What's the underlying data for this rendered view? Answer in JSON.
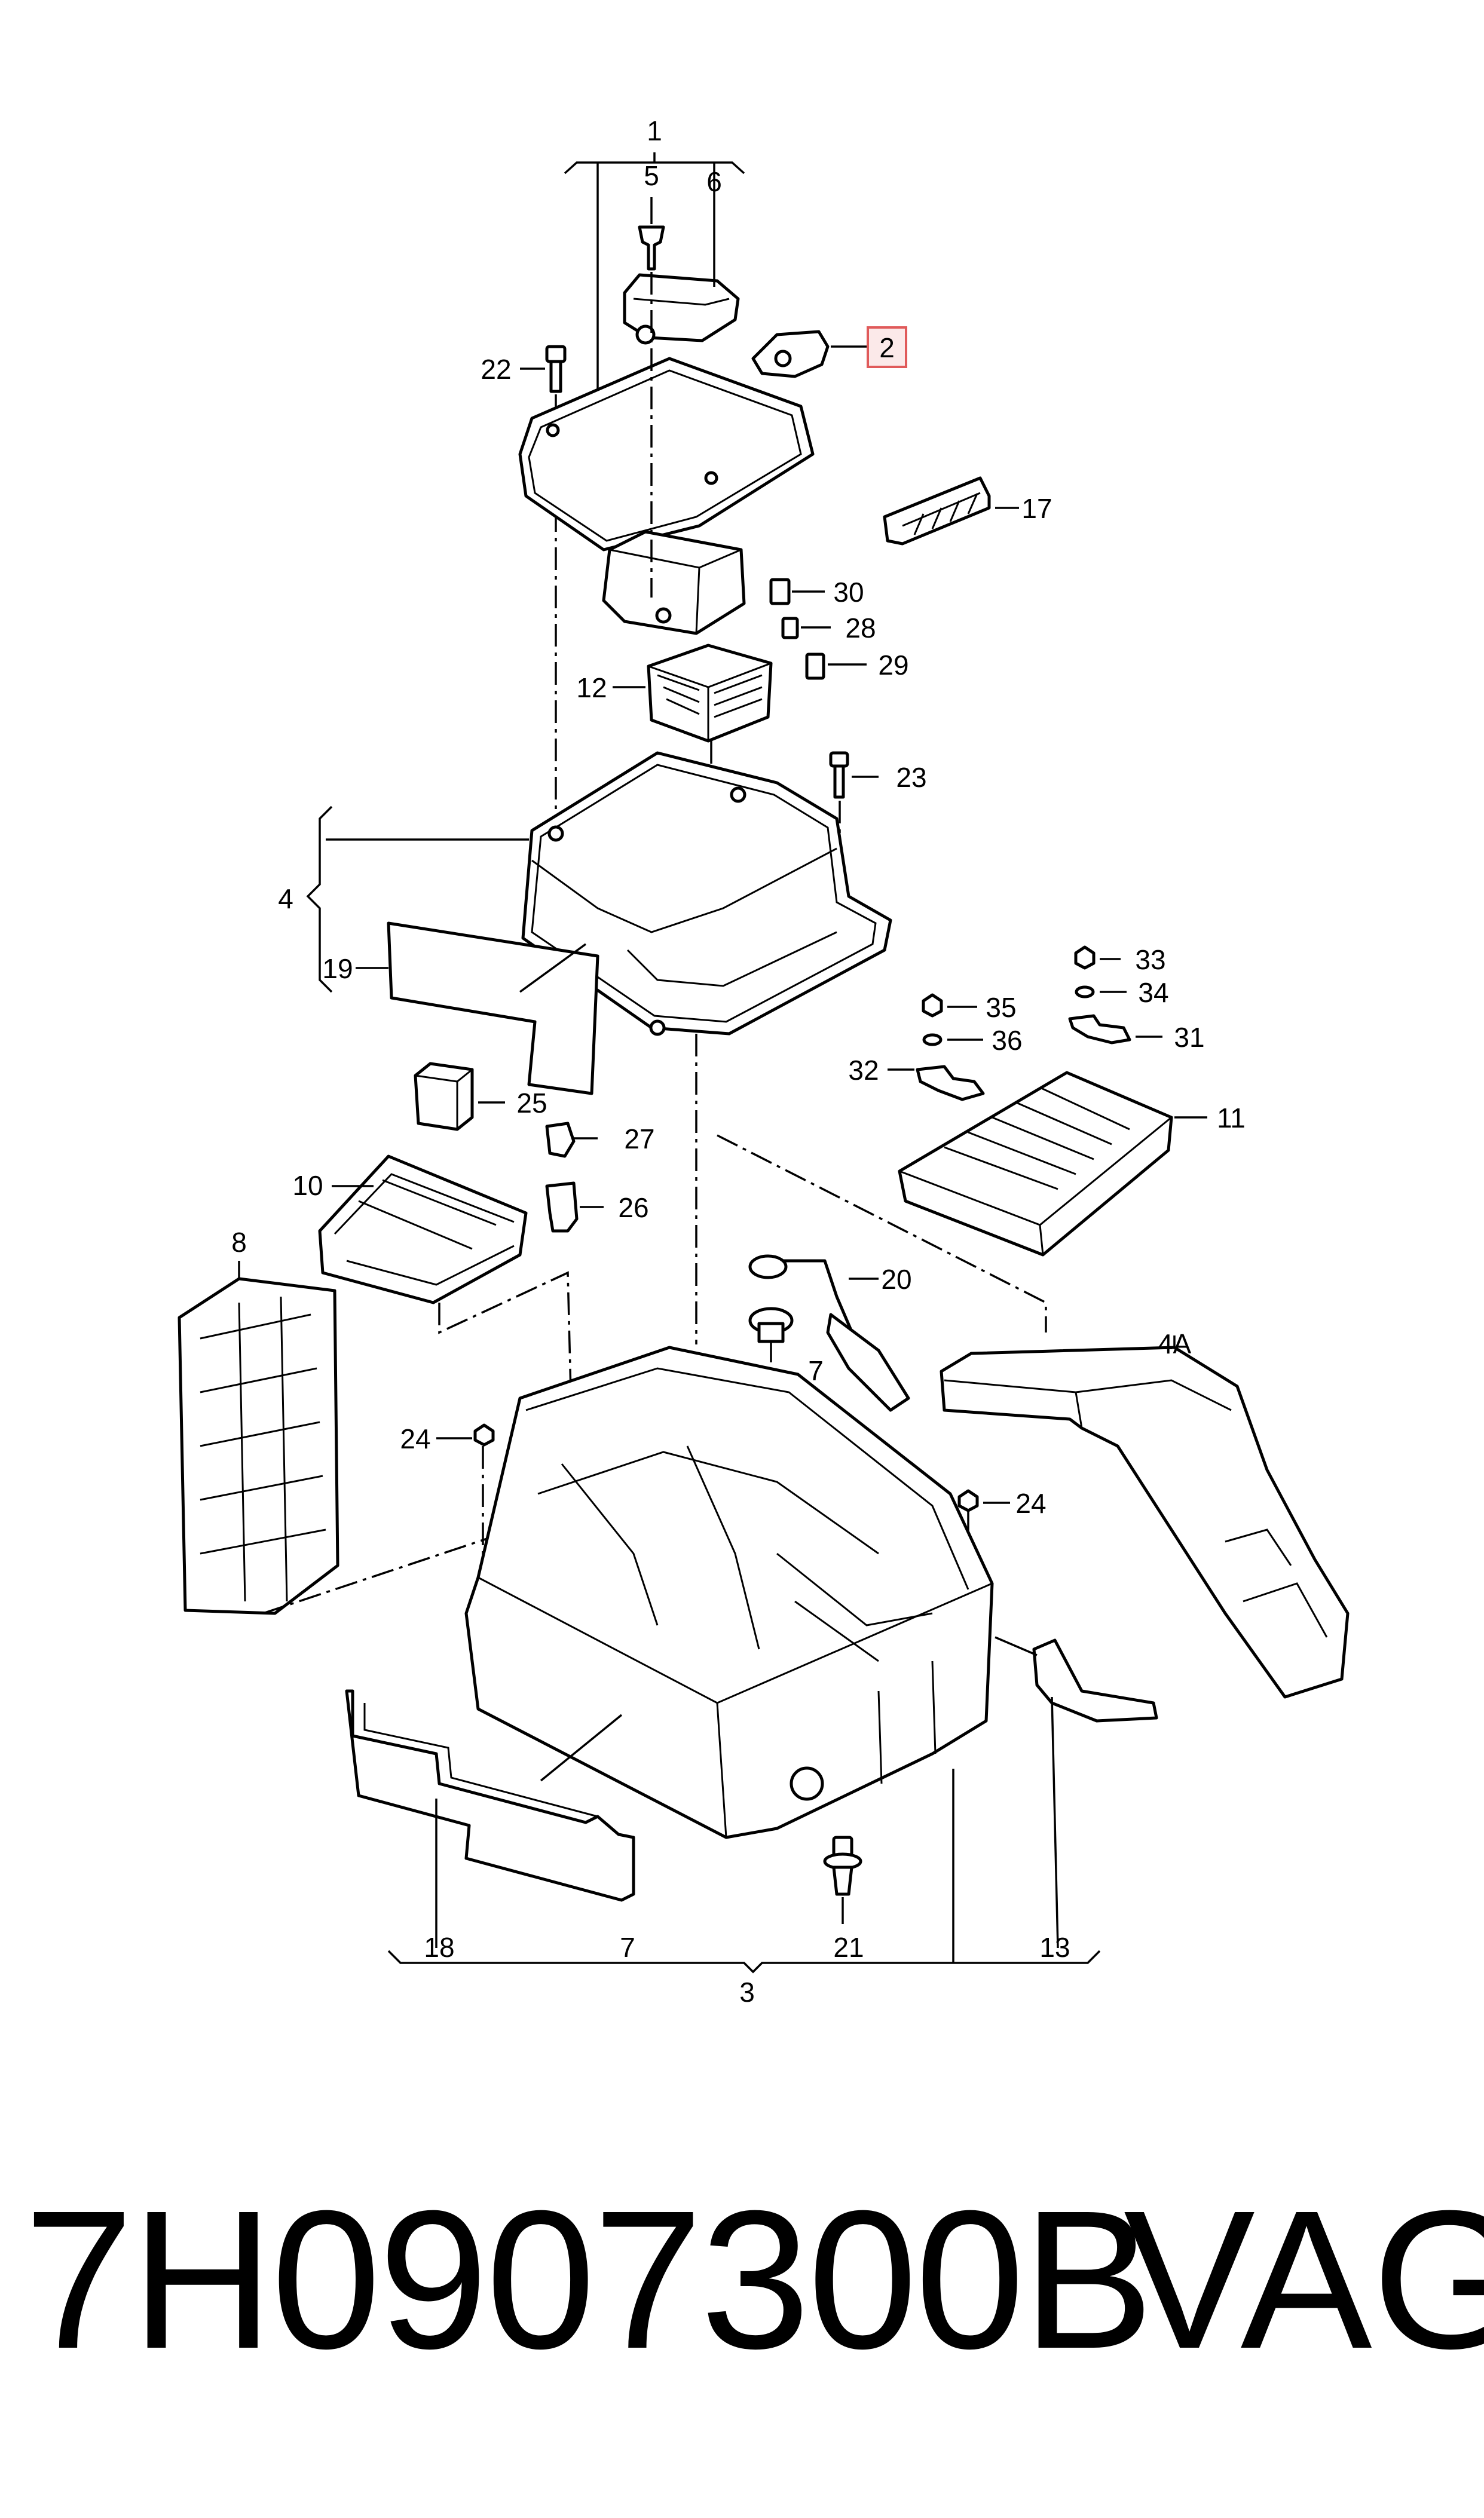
{
  "callouts": [
    {
      "id": "1",
      "label": "1"
    },
    {
      "id": "2",
      "label": "2",
      "highlight": true
    },
    {
      "id": "3",
      "label": "3"
    },
    {
      "id": "4",
      "label": "4"
    },
    {
      "id": "4A",
      "label": "4A"
    },
    {
      "id": "5",
      "label": "5"
    },
    {
      "id": "6",
      "label": "6"
    },
    {
      "id": "7a",
      "label": "7"
    },
    {
      "id": "7b",
      "label": "7"
    },
    {
      "id": "8",
      "label": "8"
    },
    {
      "id": "10",
      "label": "10"
    },
    {
      "id": "11",
      "label": "11"
    },
    {
      "id": "12",
      "label": "12"
    },
    {
      "id": "13",
      "label": "13"
    },
    {
      "id": "17",
      "label": "17"
    },
    {
      "id": "18",
      "label": "18"
    },
    {
      "id": "19",
      "label": "19"
    },
    {
      "id": "20",
      "label": "20"
    },
    {
      "id": "21",
      "label": "21"
    },
    {
      "id": "22",
      "label": "22"
    },
    {
      "id": "23",
      "label": "23"
    },
    {
      "id": "24a",
      "label": "24"
    },
    {
      "id": "24b",
      "label": "24"
    },
    {
      "id": "25",
      "label": "25"
    },
    {
      "id": "26",
      "label": "26"
    },
    {
      "id": "27",
      "label": "27"
    },
    {
      "id": "28",
      "label": "28"
    },
    {
      "id": "29",
      "label": "29"
    },
    {
      "id": "30",
      "label": "30"
    },
    {
      "id": "31",
      "label": "31"
    },
    {
      "id": "32",
      "label": "32"
    },
    {
      "id": "33",
      "label": "33"
    },
    {
      "id": "34",
      "label": "34"
    },
    {
      "id": "35",
      "label": "35"
    },
    {
      "id": "36",
      "label": "36"
    }
  ],
  "footer": {
    "part_number": "7H0907300B",
    "brand": "VAG"
  },
  "colors": {
    "line": "#000000",
    "highlight_border": "#e05a5a",
    "highlight_fill": "#fbe9e9"
  }
}
